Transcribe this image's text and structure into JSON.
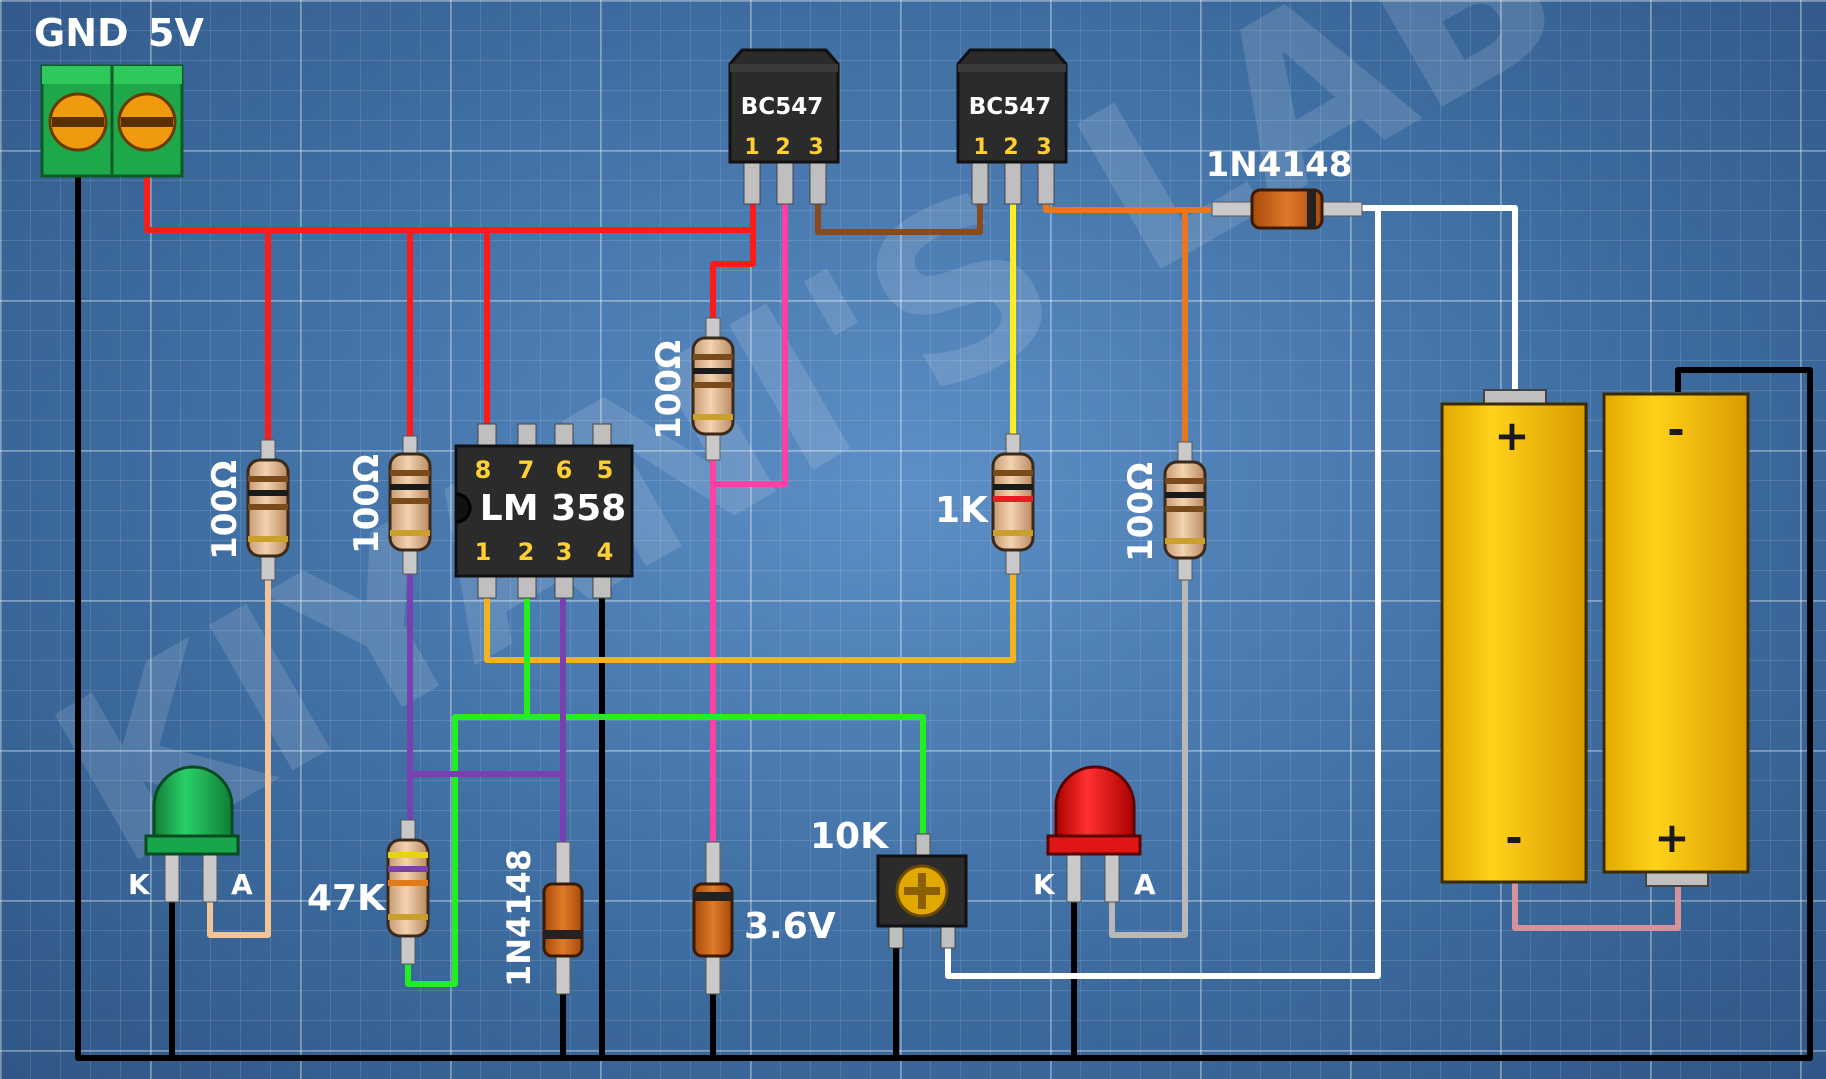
{
  "watermark": "KIYANI'S LAB",
  "power_terminal": {
    "gnd_label": "GND",
    "v5_label": "5V"
  },
  "lm358": {
    "name": "LM 358",
    "top_pins": [
      "8",
      "7",
      "6",
      "5"
    ],
    "bottom_pins": [
      "1",
      "2",
      "3",
      "4"
    ]
  },
  "transistors": [
    {
      "name": "BC547",
      "pins": [
        "1",
        "2",
        "3"
      ]
    },
    {
      "name": "BC547",
      "pins": [
        "1",
        "2",
        "3"
      ]
    }
  ],
  "resistors": {
    "r_led_green": "100Ω",
    "r_pin8": "100Ω",
    "r_base_q1": "100Ω",
    "r_base_q2": "1K",
    "r_led_red": "100Ω",
    "r_47k": "47K"
  },
  "diodes": {
    "top": "1N4148",
    "bottom": "1N4148",
    "zener": "3.6V"
  },
  "potentiometer": "10K",
  "leds": {
    "green": {
      "k": "K",
      "a": "A"
    },
    "red": {
      "k": "K",
      "a": "A"
    }
  },
  "batteries": [
    {
      "top": "+",
      "bottom": "-"
    },
    {
      "top": "-",
      "bottom": "+"
    }
  ],
  "colors": {
    "wire_5v": "#ff1a1a",
    "wire_gnd": "#000000",
    "wire_pink": "#ff3fa4",
    "wire_yellow": "#ffee22",
    "wire_orange": "#e8781e",
    "wire_brown": "#8a4a1c",
    "wire_white": "#ffffff",
    "wire_green": "#22ee22",
    "wire_purple": "#7a3fb0",
    "wire_gold": "#f2b41e",
    "wire_tan": "#f2c49a",
    "wire_gray": "#b8b8b8",
    "led_green": "#17a64a",
    "led_red": "#e01616",
    "battery": "#f5c400",
    "terminal_block": "#1fa84a"
  }
}
